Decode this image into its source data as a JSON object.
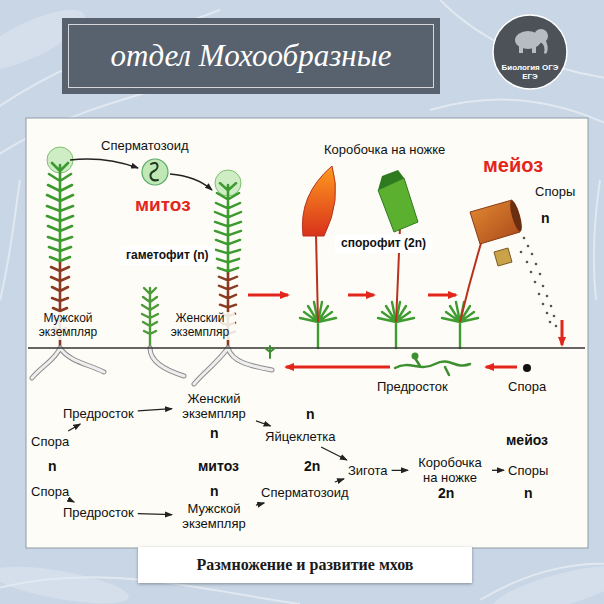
{
  "diagram": {
    "title": "отдел Мохообразные",
    "caption": "Размножение и развитие мхов",
    "nodes": [
      {
        "text": [
          "гаметофит (n)"
        ]
      },
      {
        "text": [
          "спорофит (2n)"
        ]
      },
      {
        "text": [
          "Спора"
        ]
      },
      {
        "text": [
          "Предросток"
        ]
      },
      {
        "text": [
          "Женский экземпляр"
        ]
      },
      {
        "text": [
          "Яйцеклетка"
        ]
      },
      {
        "text": [
          "Зигота"
        ]
      },
      {
        "text": [
          "Коробочка на ножке"
        ]
      },
      {
        "text": [
          "Споры"
        ]
      },
      {
        "text": [
          "Спора"
        ]
      },
      {
        "text": [
          "Предросток"
        ]
      },
      {
        "text": [
          "Мужской экземпляр"
        ]
      },
      {
        "text": [
          "Сперматозоид"
        ]
      }
    ],
    "edges": [
      {
        "from": 2,
        "to": 3,
        "arrow": "to"
      },
      {
        "from": 3,
        "to": 4,
        "arrow": "to"
      },
      {
        "from": 4,
        "to": 5,
        "arrow": "to"
      },
      {
        "from": 5,
        "to": 6,
        "arrow": "to"
      },
      {
        "from": 6,
        "to": 7,
        "arrow": "to"
      },
      {
        "from": 7,
        "to": 8,
        "arrow": "to"
      },
      {
        "from": 9,
        "to": 10,
        "arrow": "to"
      },
      {
        "from": 10,
        "to": 11,
        "arrow": "to"
      },
      {
        "from": 11,
        "to": 12,
        "arrow": "to"
      },
      {
        "from": 12,
        "to": 6,
        "arrow": "to"
      }
    ],
    "labels": [
      "Биология ОГЭ ЕГЭ",
      "Сперматозоид",
      "митоз",
      "Коробочка на ножке",
      "мейоз",
      "Споры",
      "n",
      "Мужской экземпляр",
      "Женский экземпляр",
      "Предросток",
      "Спора",
      "n",
      "n",
      "мейоз",
      "n",
      "митоз",
      "2n",
      "n",
      "2n",
      "n"
    ]
  }
}
